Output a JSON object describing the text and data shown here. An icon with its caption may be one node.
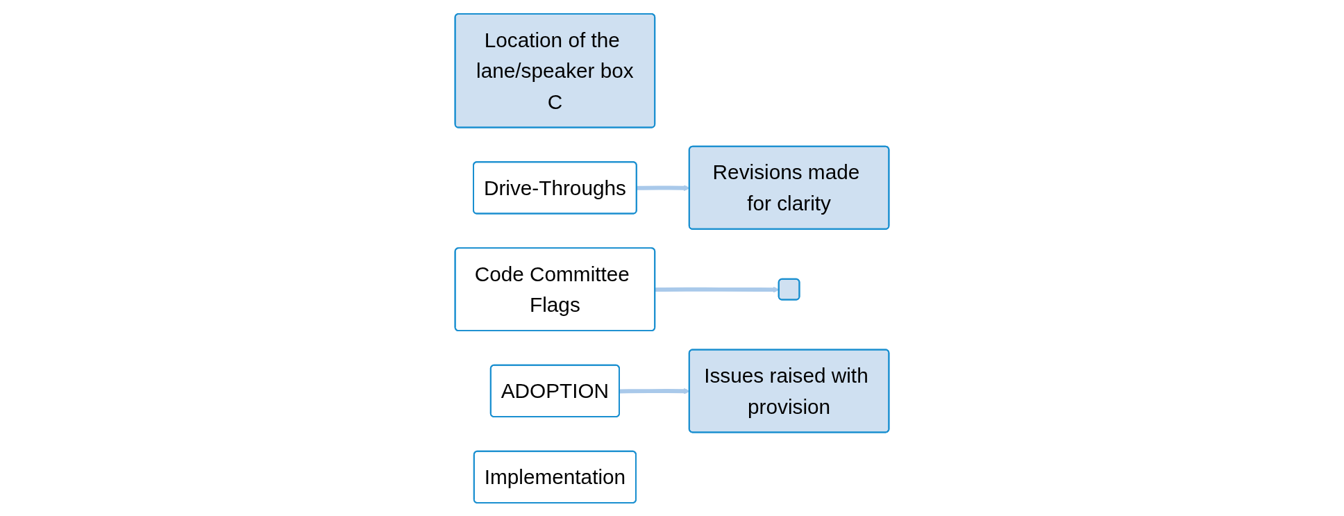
{
  "diagram": {
    "nodes": [
      {
        "text": [
          "Location of the lane/speaker box",
          "C"
        ]
      },
      {
        "text": [
          "Drive-Throughs"
        ]
      },
      {
        "text": [
          "Revisions made for clarity"
        ]
      },
      {
        "text": [
          "Code Committee Flags"
        ]
      },
      {
        "text": [],
        "shape": "box"
      },
      {
        "text": [
          "ADOPTION"
        ]
      },
      {
        "text": [
          "Issues raised with provision"
        ]
      },
      {
        "text": [
          "Implementation"
        ]
      }
    ],
    "edges": [
      {
        "from": 1,
        "to": 2,
        "arrow": "to",
        "color": "#a9c9ea"
      },
      {
        "from": 3,
        "to": 4,
        "arrow": "to",
        "color": "#a9c9ea"
      },
      {
        "from": 5,
        "to": 6,
        "arrow": "to",
        "color": "#a9c9ea"
      }
    ]
  }
}
